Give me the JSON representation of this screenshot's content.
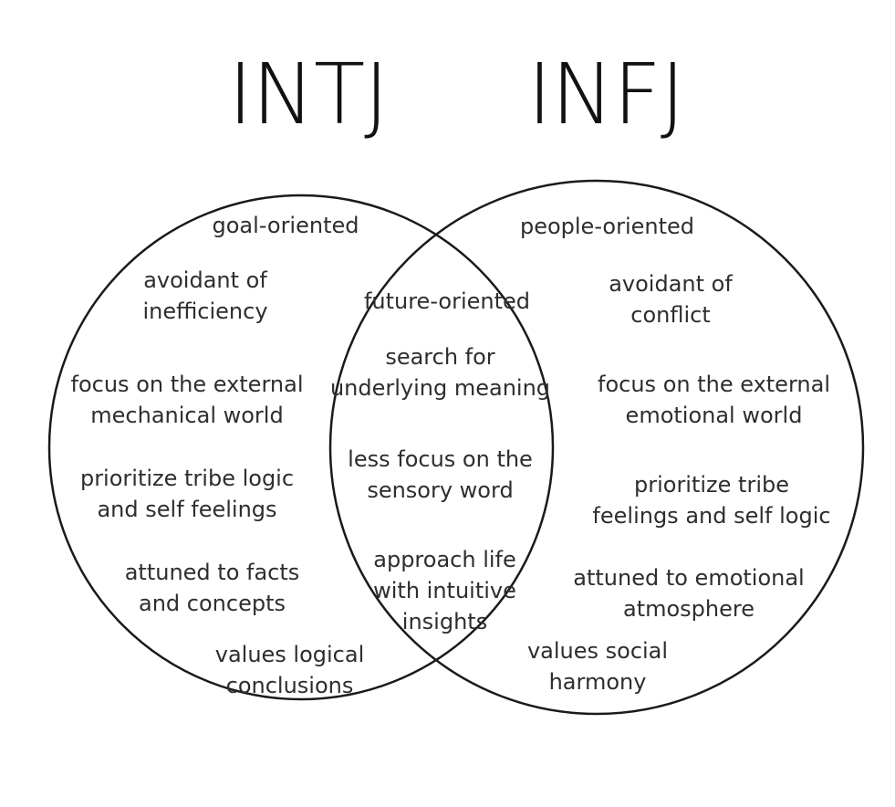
{
  "titles": {
    "left": "INTJ",
    "right": "INFJ"
  },
  "left_traits": [
    "goal-oriented",
    "avoidant of\ninefficiency",
    "focus on the external\nmechanical world",
    "prioritize tribe logic\nand self feelings",
    "attuned to facts\nand concepts",
    "values logical\nconclusions"
  ],
  "shared_traits": [
    "future-oriented",
    "search for\nunderlying meaning",
    "less focus on the\nsensory word",
    "approach life\nwith intuitive\ninsights"
  ],
  "right_traits": [
    "people-oriented",
    "avoidant of\nconflict",
    "focus on the external\nemotional world",
    "prioritize tribe\nfeelings and self logic",
    "attuned to emotional\natmosphere",
    "values social\nharmony"
  ],
  "colors": {
    "outline": "#1a1a1a",
    "text": "#2e2e2e",
    "background": "#ffffff"
  }
}
